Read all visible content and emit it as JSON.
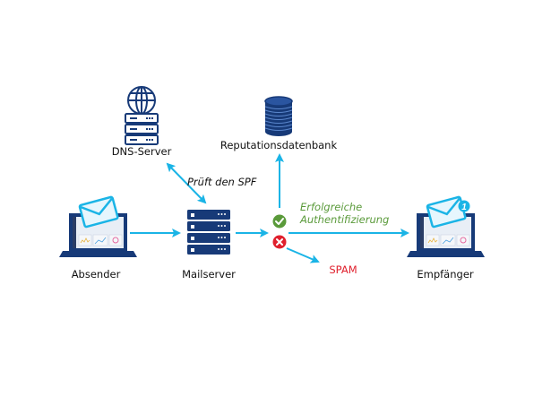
{
  "diagram": {
    "title": "SPF email authentication flow",
    "nodes": {
      "dns_server": {
        "label": "DNS-Server",
        "icon": "globe-server-icon"
      },
      "reputation_db": {
        "label": "Reputationsdatenbank",
        "icon": "database-icon"
      },
      "sender": {
        "label": "Absender",
        "icon": "laptop-envelope-icon"
      },
      "mailserver": {
        "label": "Mailserver",
        "icon": "server-rack-icon"
      },
      "recipient": {
        "label": "Empfänger",
        "icon": "laptop-envelope-notification-icon",
        "badge": "1"
      },
      "spam": {
        "label": "SPAM"
      }
    },
    "edges": {
      "spf_check": "Prüft den SPF",
      "success": [
        "Erfolgreiche",
        "Authentifizierung"
      ]
    },
    "colors": {
      "arrow": "#1ab4e6",
      "navy": "#173a78",
      "success": "#5a9a3a",
      "fail": "#e0202d",
      "spam_text": "#e0202d"
    }
  }
}
